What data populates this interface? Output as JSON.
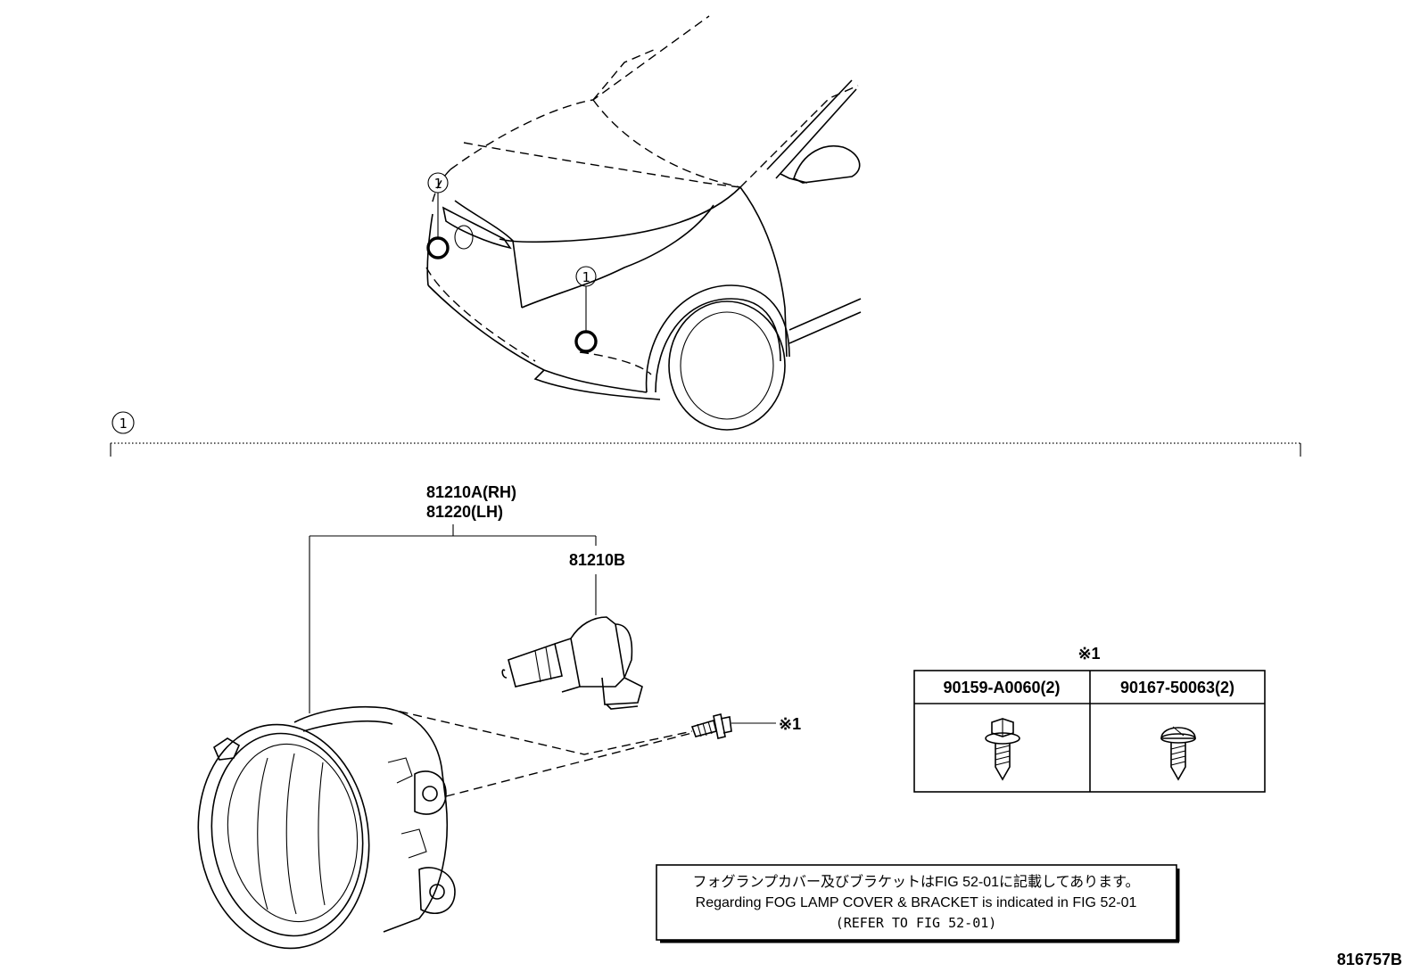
{
  "callouts": {
    "ref_marker": "1",
    "group_marker": "1"
  },
  "parts": {
    "housing_rh": "81210A(RH)",
    "housing_lh": "81220(LH)",
    "bulb": "81210B",
    "screw_ref": "※1"
  },
  "fastener_table": {
    "marker": "※1",
    "columns": [
      "90159-A0060(2)",
      "90167-50063(2)"
    ]
  },
  "notice": {
    "line_jp": "フォグランプカバー及びブラケットはFIG 52-01に記載してあります。",
    "line_en": "Regarding FOG LAMP COVER & BRACKET is indicated in FIG 52-01",
    "line_ref": "(REFER TO FIG 52-01)"
  },
  "figure_id": "816757B"
}
